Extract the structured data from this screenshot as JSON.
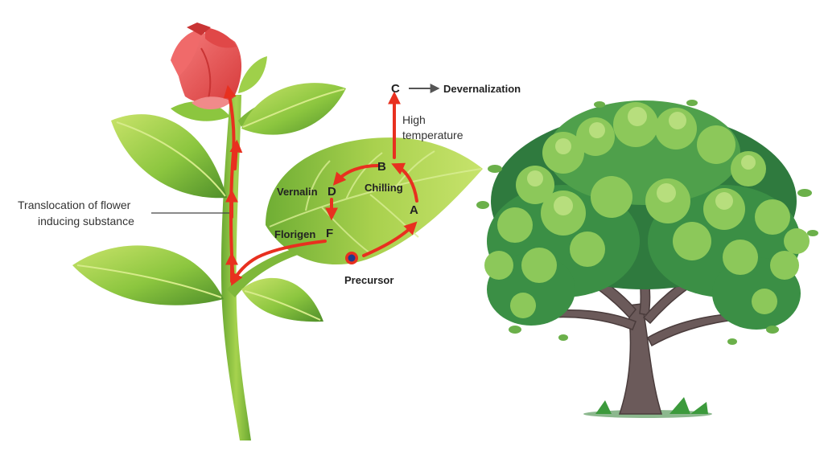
{
  "labels": {
    "translocation_line1": "Translocation of flower",
    "translocation_line2": "inducing substance",
    "c": "C",
    "devernalization": "Devernalization",
    "high": "High",
    "temperature": "temperature",
    "b": "B",
    "vernalin": "Vernalin",
    "d": "D",
    "chilling": "Chilling",
    "a": "A",
    "florigen": "Florigen",
    "f": "F",
    "precursor": "Precursor"
  },
  "colors": {
    "arrow": "#e8301f",
    "leaf_light": "#b5d855",
    "leaf_mid": "#7fb83a",
    "leaf_dark": "#4f8f2a",
    "stem": "#8cc63f",
    "rose": "#f05454",
    "tree_foliage_light": "#8cc85a",
    "tree_foliage_dark": "#2f7a3e",
    "trunk": "#6b5a5a"
  },
  "icons": {
    "rose": "rose-bud-icon",
    "tree": "tree-illustration",
    "precursor": "precursor-dot-icon"
  }
}
